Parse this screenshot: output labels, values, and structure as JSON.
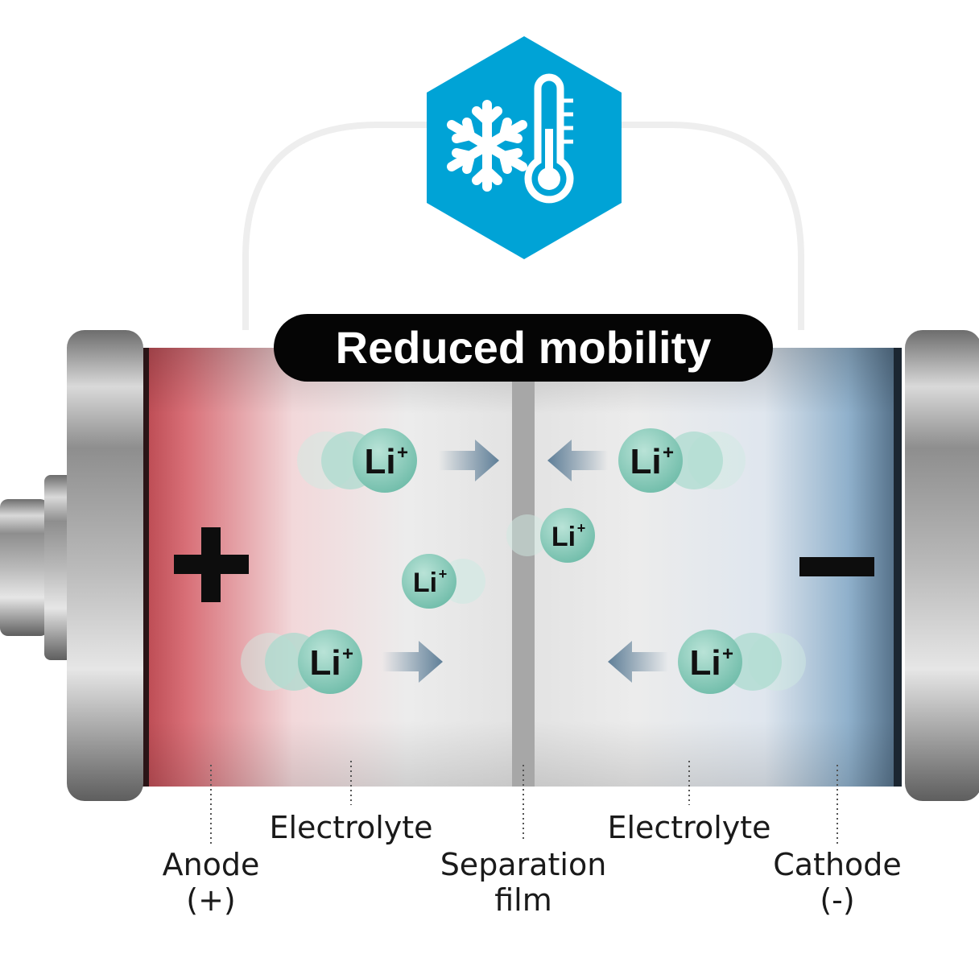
{
  "title": "Reduced mobility",
  "icon": {
    "name": "cold-temperature-icon",
    "hex_color": "#00a3d6",
    "glyphs": [
      "snowflake-icon",
      "thermometer-icon"
    ]
  },
  "ion_label": "Li",
  "ion_charge": "+",
  "labels": {
    "anode": [
      "Anode",
      "(+)"
    ],
    "electrolyte_left": "Electrolyte",
    "separation": [
      "Separation",
      "film"
    ],
    "electrolyte_right": "Electrolyte",
    "cathode": [
      "Cathode",
      "(-)"
    ]
  },
  "colors": {
    "anode": "#d0636b",
    "cathode": "#6e92b3",
    "ion": "#7fc6b4",
    "arrow": "#5f7f98"
  }
}
